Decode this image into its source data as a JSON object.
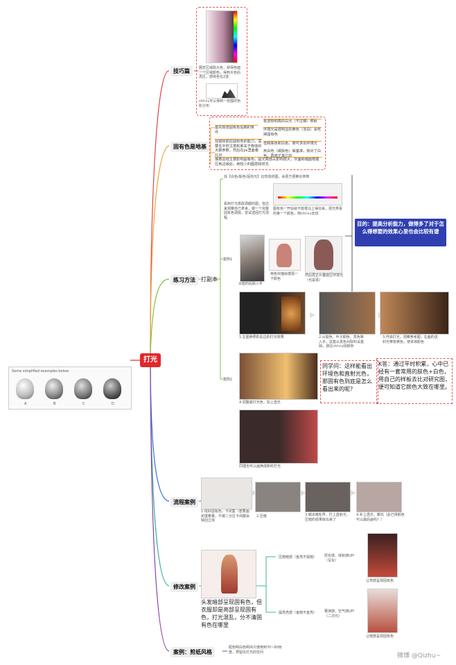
{
  "center": {
    "label": "打光"
  },
  "colors": {
    "center": "#e3262a",
    "goal_bg": "#2f3fb0",
    "dashed": "#e05555"
  },
  "left_image": {
    "caption": "Some simplified examples below",
    "labels": [
      "A",
      "B",
      "C",
      "D"
    ]
  },
  "branches": {
    "jiqiao": {
      "label": "技巧篇",
      "text1": "圈定区域取大色，获得色面一个区域颜色，得到大色后再压，部体色在2选",
      "text2": "ctrl+L可以得到一张图的色阶分布"
    },
    "guyouse": {
      "label": "固有色是地基",
      "left_note": "首先知道固有色后期的条件",
      "left_note2": "找错目前应固有色的能力，需要在平时注意积累关于物体的大致参数，然后在ps里面看比对",
      "left_note3": "接着总结主要影响固有色，固光亮部占影响很大，灰面和暗面根据压到边缘处，用较少的图层和样式",
      "r1": "有逆物响亮的白光（不过曝）照射",
      "r2": "环境光是很明显的黄色（非白）会吃掉固有色",
      "r3": "但和肤色和白色，使可求出环境光",
      "r4": "用白色（或肤色）做基准，我对了白色，再修正其它的"
    },
    "lianxi": {
      "label": "练习方法",
      "sub": "打副本",
      "top_note": "找【白色/肤色/固有光】比较高的图，会更方便推论参数",
      "note_a": "看到打光悉取调都的图，但过来观察自己拿来，做一个完整固有色调底，曾试选固打光流程",
      "note_b": "图有色一开始就不能很马上得出来，把光类看的第一个颜色，用ctrl+u去找",
      "case1": "案例1",
      "case1_caps": [
        "从脸的后肤入手",
        "用色块描绘摸猜一下颜色",
        "然后再正片叠底压环境光（也是猜）"
      ],
      "case2": "案例2",
      "case2_caps": [
        "1.左图参照的右边的打光效果",
        "2.从肤色、叶子颜色、发色等入手，这套从发色对取科设基础，通过ctrl+u找颜色",
        "3.开启打光，观察参考图，右面的进封光带有黄色，使讲演颜色",
        "4.调整底打光色，加上透光",
        "同理也可以画换成新的打光"
      ]
    },
    "liucheng": {
      "label": "流程案例",
      "caps": [
        "1.线好固有色，卡闭案（若要画初很着量，不做二分区卡闭都会缺回立体",
        "2.压暗",
        "3.做出暗轮界，打上直射光，压暗的效果就出来了",
        "4.补上透光、暖向（此已排颜色可以最后画吗？）"
      ]
    },
    "xiugai": {
      "label": "修改案例",
      "main_text": "头发暗部呈现固有色，但衣服却是亮部呈现固有色，打光混乱，分不清固有色在哪里",
      "r1": "压暗暗部（羞亮不需暗）",
      "r1b": "厚实感、体积感UP!（写实）",
      "r2": "提亮亮部（羞暗不羞亮）",
      "r2b": "著演感、空气感UP!（二次元）",
      "cap1": "让亮部呈现固有色",
      "cap2": "让暗部呈现固有色"
    },
    "jianzhi": {
      "label": "案例：剪纸风格",
      "text": "配色明白色明块只使用到70~80色度，预留出打光的空间"
    }
  },
  "goal": {
    "text": "目的：提高分析能力，做得多了对于怎么得想要的效果心里也会比较有谱"
  },
  "question": {
    "text": "同学问：这样能看出环境色和直射光色，那固有色到底是怎么看出来的呢?"
  },
  "answer": {
    "text": "K答：通过平时积累，心中已经有一套常用的肤色+白色，用自己的样板去比对研究图，便可知道它颜色大致在哪里。"
  },
  "watermark": {
    "text": "微博 @Qizhu~"
  }
}
